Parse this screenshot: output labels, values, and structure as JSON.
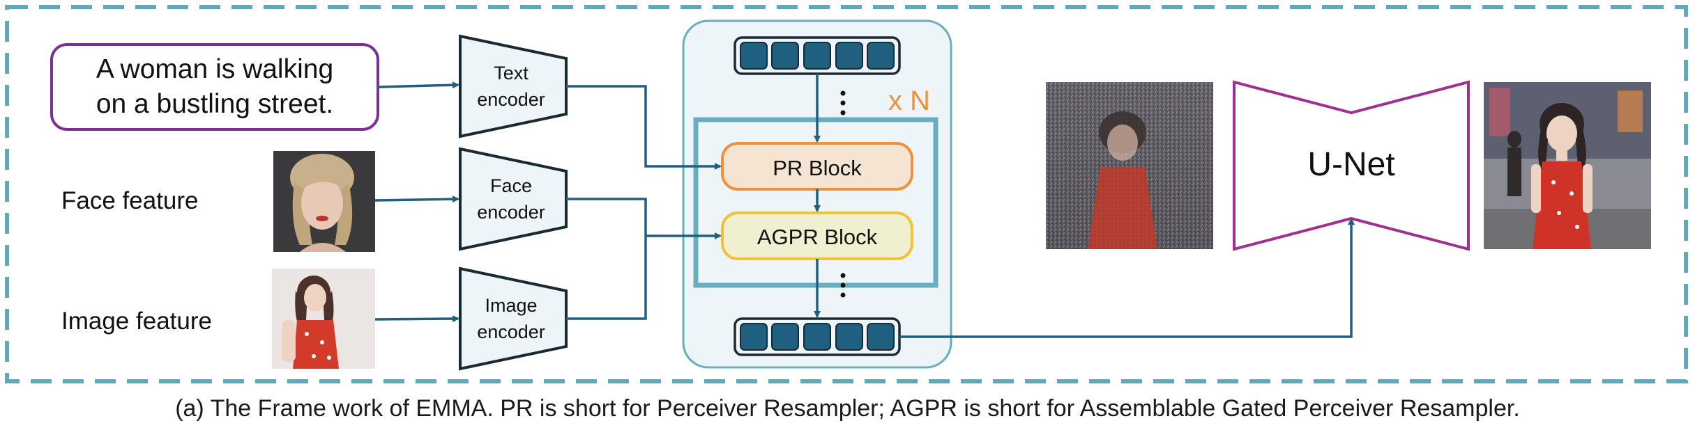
{
  "prompt": {
    "line1": "A woman is walking",
    "line2": "on a bustling street."
  },
  "inputs": {
    "face_label": "Face feature",
    "image_label": "Image feature"
  },
  "encoders": {
    "text": [
      "Text",
      "encoder"
    ],
    "face": [
      "Face",
      "encoder"
    ],
    "image": [
      "Image",
      "encoder"
    ]
  },
  "resampler": {
    "repeat_label": "x N",
    "pr_block": "PR Block",
    "agpr_block": "AGPR Block"
  },
  "unet": {
    "label": "U-Net"
  },
  "caption": "(a) The Frame work of EMMA. PR is short for Perceiver Resampler; AGPR is short for Assemblable Gated Perceiver Resampler.",
  "colors": {
    "frame_dash": "#5fa9b8",
    "arrow": "#1f5f80",
    "encoder_fill": "#eef5f8",
    "token_fill": "#1f5f80",
    "resampler_border": "#69aebe",
    "pr_fill": "#f5e4d2",
    "pr_border": "#f0913a",
    "agpr_fill": "#f0efcf",
    "agpr_border": "#f0c23a",
    "xn_color": "#f0913a",
    "prompt_border": "#7a3193",
    "unet_border": "#a0308f"
  }
}
